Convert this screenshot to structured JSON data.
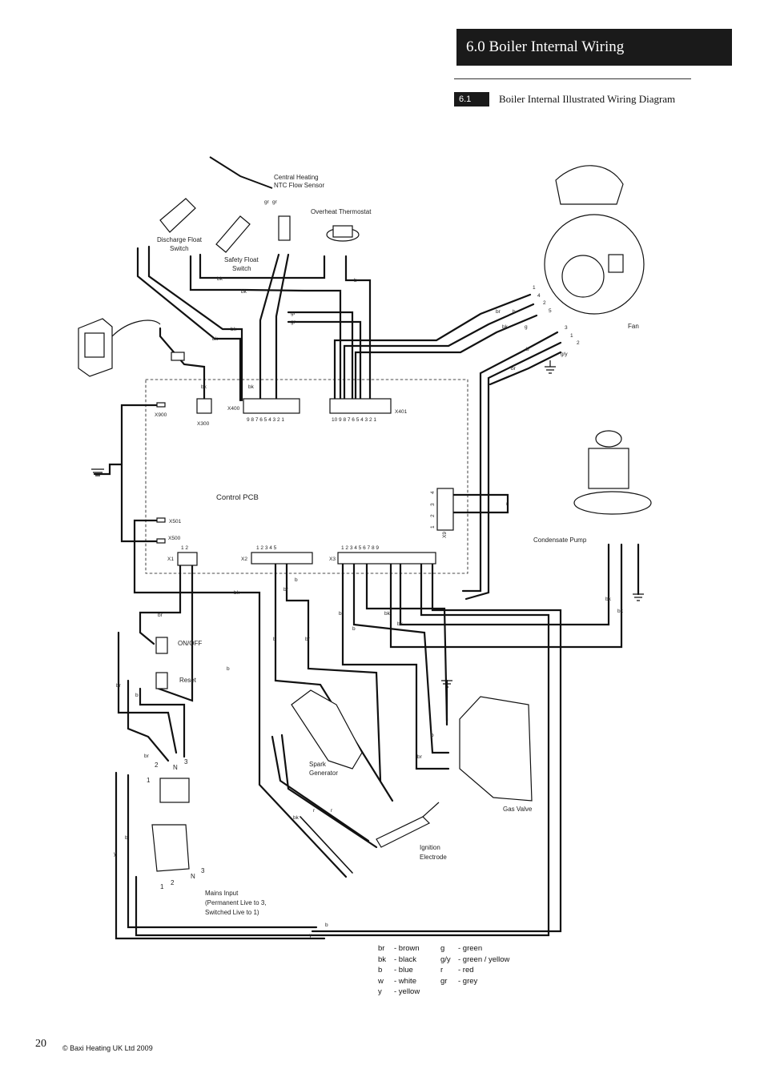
{
  "header": {
    "section_title": "6.0  Boiler Internal Wiring"
  },
  "subsection": {
    "number": "6.1",
    "title": "Boiler Internal Illustrated Wiring Diagram"
  },
  "components": {
    "ntc": "Central Heating\nNTC Flow Sensor",
    "overheat": "Overheat Thermostat",
    "discharge": "Discharge Float\nSwitch",
    "safety": "Safety Float\nSwitch",
    "fan": "Fan",
    "control_pcb": "Control PCB",
    "condensate_pump": "Condensate Pump",
    "on_off": "ON/OFF",
    "reset": "Reset",
    "spark": "Spark\nGenerator",
    "gas_valve": "Gas Valve",
    "ignition": "Ignition\nElectrode",
    "mains": "Mains Input\n(Permanent Live to 3,\nSwitched Live to 1)"
  },
  "connectors": {
    "x900": "X900",
    "x300": "X300",
    "x400": "X400",
    "x401": "X401",
    "x501": "X501",
    "x500": "X500",
    "x1": "X1",
    "x2": "X2",
    "x3": "X3",
    "x9": "X9",
    "x400_pins": "9 8 7 6 5 4 3 2 1",
    "x401_pins": "10 9 8 7 6 5 4 3 2 1",
    "x1_pins": "1  2",
    "x2_pins": "1     2   3   4   5",
    "x3_pins": "1   2   3   4   5   6   7   8   9",
    "x9_pins": [
      "4",
      "3",
      "2",
      "1"
    ]
  },
  "mains_terminals": {
    "n": "N",
    "three": "3",
    "one": "1",
    "two": "2"
  },
  "wire_codes": {
    "gr": "gr",
    "bk": "bk",
    "b": "b",
    "r": "r",
    "br": "br",
    "g": "g",
    "gy": "g/y",
    "y": "y"
  },
  "fan_pins": [
    "1",
    "4",
    "2",
    "5",
    "3",
    "1",
    "2"
  ],
  "legend": [
    {
      "code": "br",
      "desc": "- brown"
    },
    {
      "code": "bk",
      "desc": "- black"
    },
    {
      "code": "b",
      "desc": "- blue"
    },
    {
      "code": "w",
      "desc": "- white"
    },
    {
      "code": "y",
      "desc": "- yellow"
    }
  ],
  "legend2": [
    {
      "code": "g",
      "desc": "- green"
    },
    {
      "code": "g/y",
      "desc": "- green / yellow"
    },
    {
      "code": "r",
      "desc": "- red"
    },
    {
      "code": "gr",
      "desc": "- grey"
    }
  ],
  "footer": {
    "page_number": "20",
    "copyright": "© Baxi Heating UK Ltd 2009"
  }
}
